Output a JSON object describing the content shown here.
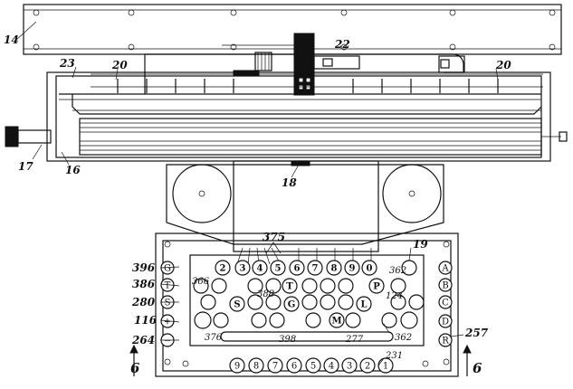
{
  "reference_numerals": {
    "frame_top": "14",
    "carriage_block": "22",
    "rail_left": "23",
    "stop_left": "20",
    "stop_right": "20",
    "knob_shaft": "17",
    "platen_end": "16",
    "center_lug": "18",
    "type_bars": "375",
    "corner_key": "19",
    "key_362_a": "362",
    "key_362_b": "362",
    "key_366": "366",
    "key_388": "388",
    "key_124": "124",
    "key_376": "376",
    "space_bar": "398",
    "key_277": "277",
    "key_231": "231",
    "key_257": "257",
    "left_396": "396",
    "left_386": "386",
    "left_280": "280",
    "left_116": "116",
    "left_264": "264",
    "section_left": "6",
    "section_right": "6"
  },
  "keyboard": {
    "left_column": [
      "G",
      "T",
      "S",
      "+",
      "−"
    ],
    "right_column": [
      "A",
      "B",
      "C",
      "D",
      "R"
    ],
    "top_row": [
      "2",
      "3",
      "4",
      "5",
      "6",
      "7",
      "8",
      "9",
      "0"
    ],
    "top_row_extra": "P",
    "middle_letters": [
      "T",
      "S",
      "G",
      "L",
      "M"
    ],
    "bottom_numbers": [
      "9",
      "8",
      "7",
      "6",
      "5",
      "4",
      "3",
      "2",
      "1"
    ]
  }
}
